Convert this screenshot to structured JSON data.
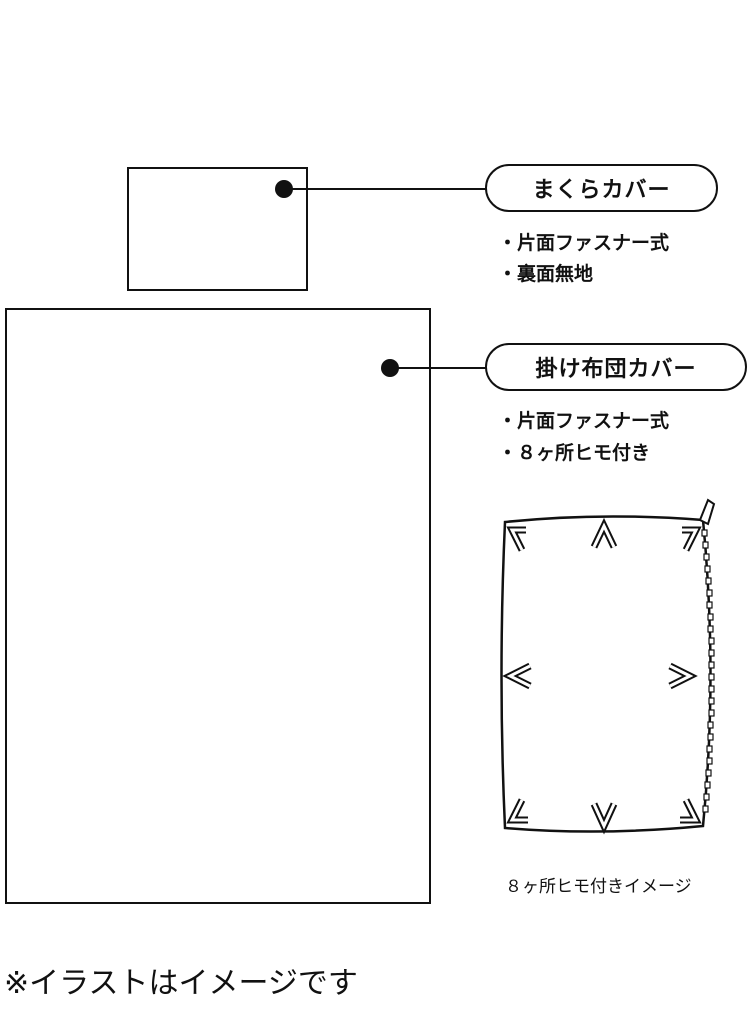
{
  "pillow_cover": {
    "label": "まくらカバー",
    "features": [
      "・片面ファスナー式",
      "・裏面無地"
    ]
  },
  "duvet_cover": {
    "label": "掛け布団カバー",
    "features": [
      "・片面ファスナー式",
      "・８ヶ所ヒモ付き"
    ]
  },
  "tie_diagram": {
    "caption": "８ヶ所ヒモ付きイメージ",
    "tie_count": 8
  },
  "footnote": "※イラストはイメージです"
}
